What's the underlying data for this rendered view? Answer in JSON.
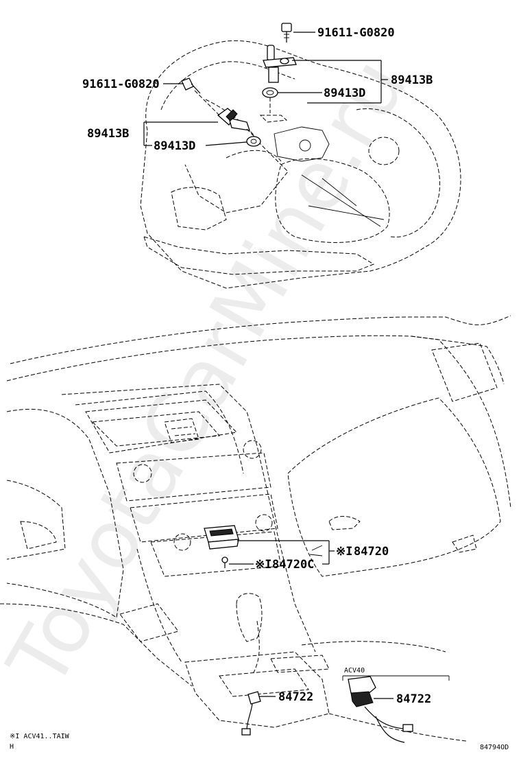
{
  "labels": {
    "bolt_top": "91611-G0820",
    "bolt_left": "91611-G0820",
    "sensor_top": "89413B",
    "oring_top": "89413D",
    "sensor_left": "89413B",
    "oring_left": "89413D",
    "switch_main": "84720",
    "switch_screw": "84720C",
    "shift_left": "84722",
    "shift_right": "84722",
    "mark_main": "※I",
    "mark_screw": "※I"
  },
  "inset_label": "ACV40",
  "footnote": {
    "line1": "※I ACV41..TAIW",
    "line2": "H"
  },
  "figure_code": "84794OD",
  "watermark": "ToyotaCarMine.ru"
}
